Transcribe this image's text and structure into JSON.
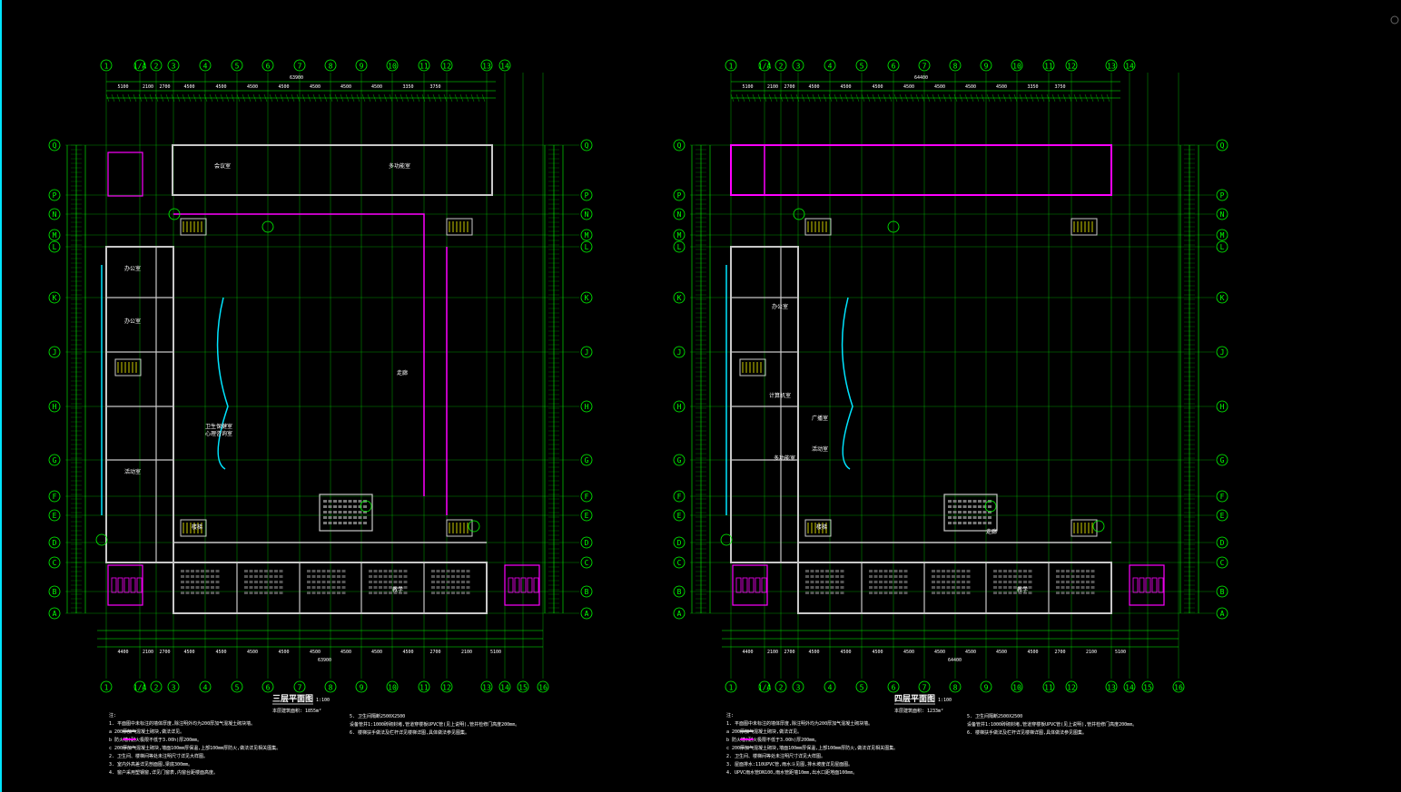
{
  "window": {
    "title": "CAD floor plans"
  },
  "colors": {
    "background": "#000000",
    "grid": "#00ff00",
    "wall": "#c8c8c8",
    "accent": "#ff00ff",
    "window": "#00e5ff",
    "label": "#ffffff",
    "stair": "#ffff00"
  },
  "plans": [
    {
      "id": "left",
      "cols": [
        "1",
        "1/A",
        "2",
        "3",
        "4",
        "5",
        "6",
        "7",
        "8",
        "9",
        "10",
        "11",
        "12",
        "13",
        "14",
        "15",
        "16"
      ],
      "rows": [
        "Q",
        "P",
        "N",
        "M",
        "L",
        "K",
        "J",
        "H",
        "G",
        "F",
        "E",
        "D",
        "C",
        "B",
        "A"
      ],
      "top_dims": [
        "5100",
        "2100",
        "2700",
        "4500",
        "4500",
        "4500",
        "4500",
        "4500",
        "4500",
        "4500",
        "3350",
        "3750"
      ],
      "bottom_dims": [
        "4400",
        "2100",
        "2700",
        "4500",
        "4500",
        "4500",
        "4500",
        "4500",
        "4500",
        "4500",
        "4500",
        "2700",
        "2100",
        "5100"
      ],
      "overall_dim": "63900",
      "title": "三层平面图",
      "scale": "1:100",
      "area_note": "本层建筑面积: 1855m²",
      "rooms": [
        "办公室",
        "办公室",
        "活动室",
        "多功能室",
        "会议室",
        "卫生保健室",
        "心理咨询室",
        "楼梯",
        "教学",
        "走廊"
      ],
      "notes": [
        "注:",
        "1. 平面图中未标注的墙体厚度,除注明外均为200厚加气混凝土砌块墙。",
        "a        200厚加气混凝土砌块,做法详见。",
        "b        防火墙(耐火极限不低于3.00h)厚200mm。",
        "c        200厚加气混凝土砌块,墙面100mm厚保温,上部100mm厚防火,做法详见相关图集。",
        "2. 卫生间、楼梯间等处未注明尺寸详见大样图。",
        "3. 室内外高差详见剖面图,梁底300mm。",
        "4. 窗户采用塑钢窗,详见门窗表,内窗台距楼面高度。"
      ],
      "notes_right": [
        "5. 卫生间隔断2500X2500",
        "   设备管井1:1000砖砌封堵,管道穿楼板UPVC管(见上说明),管井检修门高度200mm。",
        "6. 楼梯扶手做法及栏杆详见楼梯详图,具体做法参见图集。"
      ]
    },
    {
      "id": "right",
      "cols": [
        "1",
        "1/A",
        "2",
        "3",
        "4",
        "5",
        "6",
        "7",
        "8",
        "9",
        "10",
        "11",
        "12",
        "13",
        "14",
        "15",
        "16"
      ],
      "rows": [
        "Q",
        "P",
        "N",
        "M",
        "L",
        "K",
        "J",
        "H",
        "G",
        "F",
        "E",
        "D",
        "C",
        "B",
        "A"
      ],
      "top_dims": [
        "5100",
        "2100",
        "2700",
        "4500",
        "4500",
        "4500",
        "4500",
        "4500",
        "4500",
        "4500",
        "3350",
        "3750"
      ],
      "bottom_dims": [
        "4400",
        "2100",
        "2700",
        "4500",
        "4500",
        "4500",
        "4500",
        "4500",
        "4500",
        "4500",
        "4500",
        "2700",
        "2100",
        "5100"
      ],
      "overall_dim": "64400",
      "title": "四层平面图",
      "scale": "1:100",
      "area_note": "本层建筑面积: 1233m²",
      "rooms": [
        "办公室",
        "广播室",
        "活动室",
        "计算机室",
        "多功能室",
        "楼梯",
        "教学",
        "走廊"
      ],
      "notes": [
        "注:",
        "1. 平面图中未标注的墙体厚度,除注明外均为200厚加气混凝土砌块墙。",
        "a        200厚加气混凝土砌块,做法详见。",
        "b        防火墙(耐火极限不低于3.00h)厚200mm。",
        "c        200厚加气混凝土砌块,墙面100mm厚保温,上部100mm厚防火,做法详见相关图集。",
        "2. 卫生间、楼梯间等处未注明尺寸详见大样图。",
        "3. 屋面排水:110UPVC管,雨水斗见图,排水坡度详见屋面图。",
        "4. UPVC雨水管DN100,雨水管距墙10mm,出水口距地面100mm。"
      ],
      "notes_right": [
        "5. 卫生间隔断2500X2500",
        "   设备管井1:1000砖砌封堵,管道穿楼板UPVC管(见上说明),管井检修门高度200mm。",
        "6. 楼梯扶手做法及栏杆详见楼梯详图,具体做法参见图集。"
      ]
    }
  ]
}
